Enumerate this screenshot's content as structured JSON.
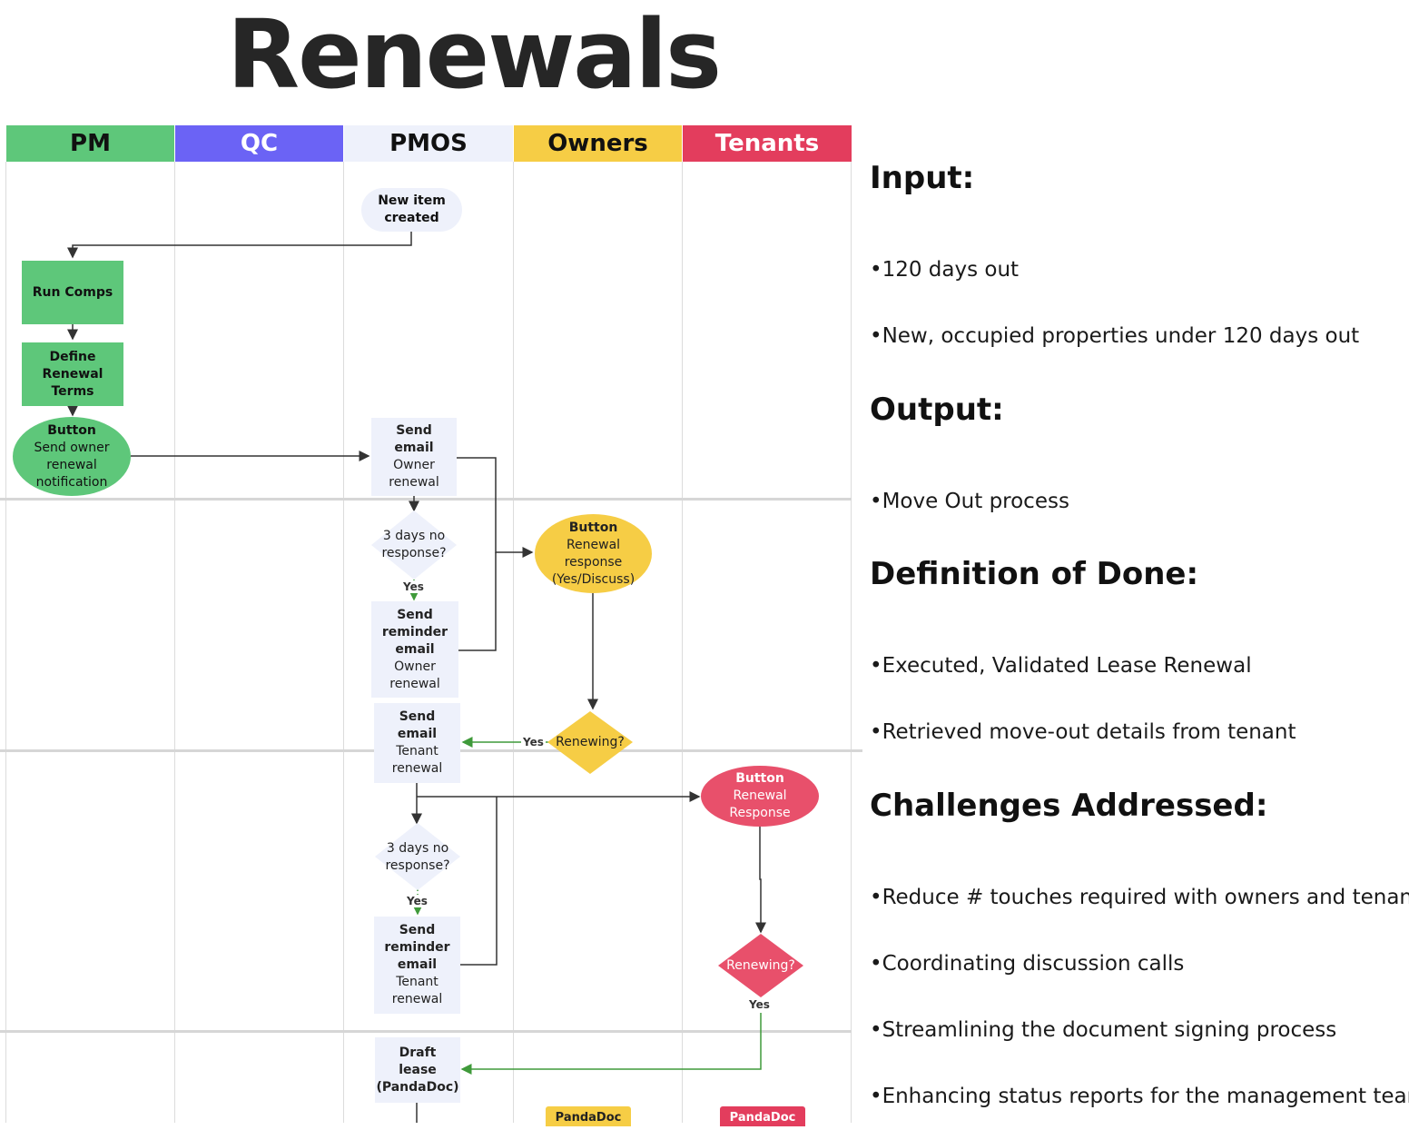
{
  "title": "Renewals",
  "lanes": [
    {
      "label": "PM",
      "color": "#5ec77a",
      "text_color": "#111111"
    },
    {
      "label": "QC",
      "color": "#6b63f5",
      "text_color": "#ffffff"
    },
    {
      "label": "PMOS",
      "color": "#eef1fb",
      "text_color": "#111111"
    },
    {
      "label": "Owners",
      "color": "#f6cd45",
      "text_color": "#111111"
    },
    {
      "label": "Tenants",
      "color": "#e33d5d",
      "text_color": "#ffffff"
    }
  ],
  "nodes": {
    "new_item": {
      "line1": "New item",
      "line2": "created"
    },
    "run_comps": {
      "label": "Run Comps"
    },
    "define_terms": {
      "line1": "Define",
      "line2": "Renewal",
      "line3": "Terms"
    },
    "button_owner_notify": {
      "title": "Button",
      "line1": "Send owner",
      "line2": "renewal",
      "line3": "notification"
    },
    "send_email_owner": {
      "title1": "Send",
      "title2": "email",
      "line1": "Owner",
      "line2": "renewal"
    },
    "three_days_1": {
      "line1": "3 days no",
      "line2": "response?"
    },
    "send_reminder_owner": {
      "title1": "Send",
      "title2": "reminder",
      "title3": "email",
      "line1": "Owner",
      "line2": "renewal"
    },
    "button_renewal_response": {
      "title": "Button",
      "line1": "Renewal",
      "line2": "response",
      "line3": "(Yes/Discuss)"
    },
    "renewing_owner": {
      "label": "Renewing?"
    },
    "send_email_tenant": {
      "title1": "Send",
      "title2": "email",
      "line1": "Tenant",
      "line2": "renewal"
    },
    "button_tenant_response": {
      "title": "Button",
      "line1": "Renewal",
      "line2": "Response"
    },
    "three_days_2": {
      "line1": "3 days no",
      "line2": "response?"
    },
    "send_reminder_tenant": {
      "title1": "Send",
      "title2": "reminder",
      "title3": "email",
      "line1": "Tenant",
      "line2": "renewal"
    },
    "renewing_tenant": {
      "label": "Renewing?"
    },
    "draft_lease": {
      "line1": "Draft",
      "line2": "lease",
      "line3": "(PandaDoc)"
    },
    "pandadoc_owner": {
      "label": "PandaDoc"
    },
    "pandadoc_tenant": {
      "label": "PandaDoc"
    }
  },
  "edge_labels": {
    "yes_1": "Yes",
    "yes_owner": "Yes",
    "yes_2": "Yes",
    "yes_tenant": "Yes"
  },
  "side": {
    "input_heading": "Input:",
    "input_items": [
      "•120 days out",
      "•New, occupied properties under 120 days out"
    ],
    "output_heading": "Output:",
    "output_items": [
      "•Move Out process"
    ],
    "done_heading": "Definition of Done:",
    "done_items": [
      "•Executed, Validated Lease Renewal",
      "•Retrieved move-out details from tenant"
    ],
    "challenges_heading": "Challenges Addressed:",
    "challenges_items": [
      "•Reduce # touches required with owners and tenants",
      "•Coordinating discussion calls",
      "•Streamlining the document signing process",
      "•Enhancing status reports for the management team"
    ]
  },
  "colors": {
    "green": "#5ec77a",
    "yellow": "#f6cd45",
    "red": "#e8506b",
    "pmos_fill": "#eef1fb",
    "yes_edge": "#3f9a3a",
    "edge": "#333333"
  }
}
